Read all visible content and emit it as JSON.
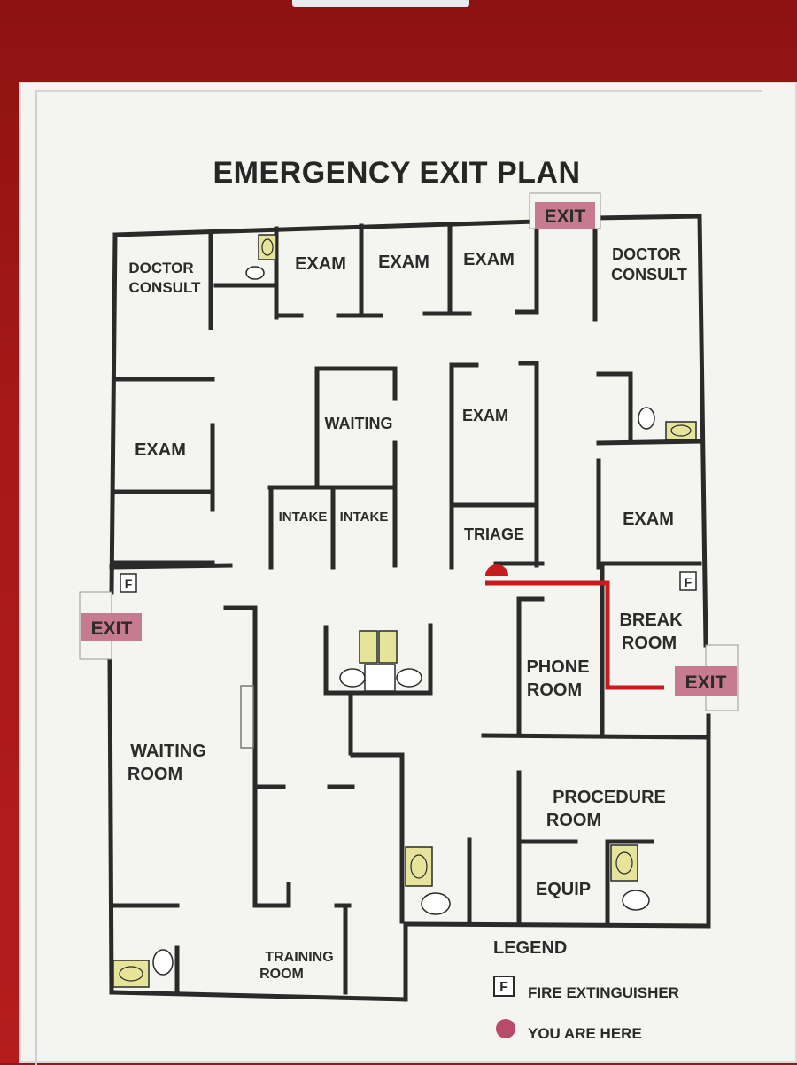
{
  "title": "EMERGENCY EXIT PLAN",
  "exits": [
    "EXIT",
    "EXIT",
    "EXIT"
  ],
  "fire_extinguisher_glyph": "F",
  "rooms": {
    "doctor_consult_left": [
      "DOCTOR",
      "CONSULT"
    ],
    "exam_top_1": "EXAM",
    "exam_top_2": "EXAM",
    "exam_top_3": "EXAM",
    "doctor_consult_right": [
      "DOCTOR",
      "CONSULT"
    ],
    "exam_left": "EXAM",
    "waiting": "WAITING",
    "intake_1": "INTAKE",
    "intake_2": "INTAKE",
    "exam_center": "EXAM",
    "triage": "TRIAGE",
    "exam_right": "EXAM",
    "break_room": [
      "BREAK",
      "ROOM"
    ],
    "phone_room": [
      "PHONE",
      "ROOM"
    ],
    "waiting_room": [
      "WAITING",
      "ROOM"
    ],
    "procedure_room": [
      "PROCEDURE",
      "ROOM"
    ],
    "equip": "EQUIP",
    "training_room": [
      "TRAINING",
      "ROOM"
    ]
  },
  "legend": {
    "title": "LEGEND",
    "fire_extinguisher": "FIRE EXTINGUISHER",
    "you_are_here": "YOU ARE HERE"
  },
  "colors": {
    "background": "#a71818",
    "exit_sign": "#c77b90",
    "route": "#c61c1c",
    "walls": "#2a2a2a",
    "fixture": "#e6e49a"
  }
}
